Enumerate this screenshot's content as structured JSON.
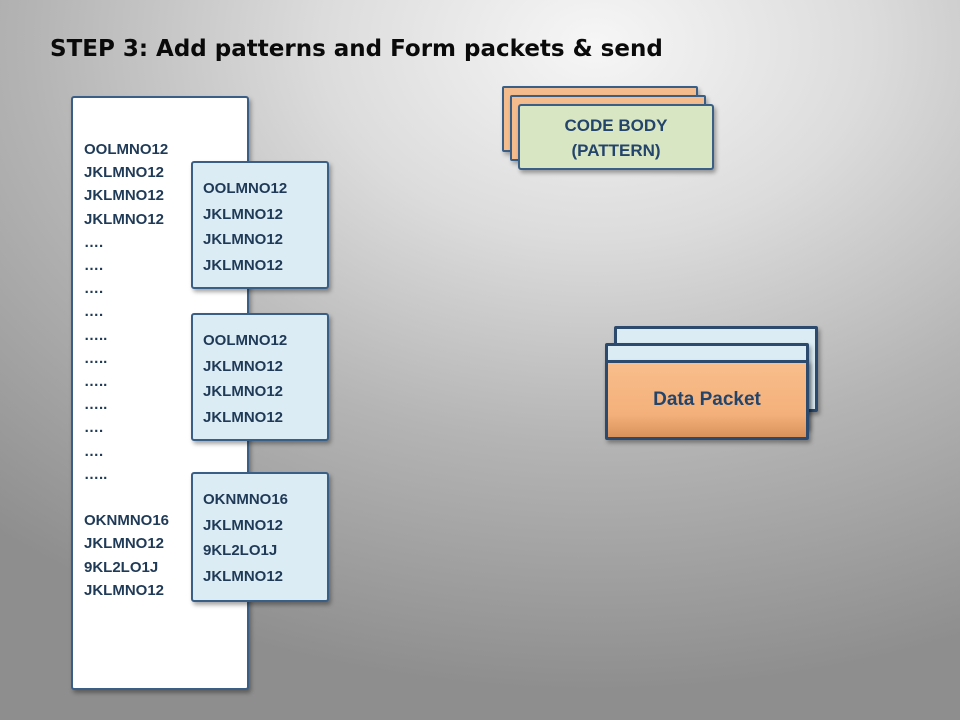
{
  "title": "STEP 3:  Add patterns and Form packets & send",
  "main_list": {
    "top_lines": [
      "OOLMNO12",
      "JKLMNO12",
      "JKLMNO12",
      "JKLMNO12",
      "….",
      "….",
      "….",
      "….",
      "…..",
      "…..",
      "…..",
      "…..",
      "….",
      "….",
      "….."
    ],
    "bottom_lines": [
      "OKNMNO16",
      "JKLMNO12",
      "9KL2LO1J",
      "JKLMNO12"
    ]
  },
  "chunks": [
    {
      "lines": [
        "OOLMNO12",
        "JKLMNO12",
        "JKLMNO12",
        "JKLMNO12"
      ]
    },
    {
      "lines": [
        "OOLMNO12",
        "JKLMNO12",
        "JKLMNO12",
        "JKLMNO12"
      ]
    },
    {
      "lines": [
        "OKNMNO16",
        "JKLMNO12",
        "9KL2LO1J",
        "JKLMNO12"
      ]
    }
  ],
  "pattern": {
    "line1": "CODE BODY",
    "line2": "(PATTERN)"
  },
  "data_packet": {
    "label": "Data Packet"
  },
  "colors": {
    "box_border": "#3a5f86",
    "chunk_fill": "#dcecf4",
    "pattern_fill": "#d9e6c3",
    "pattern_back_fill": "#f4bc8c",
    "packet_fill": "#f4b07a",
    "text": "#1f3a57"
  }
}
